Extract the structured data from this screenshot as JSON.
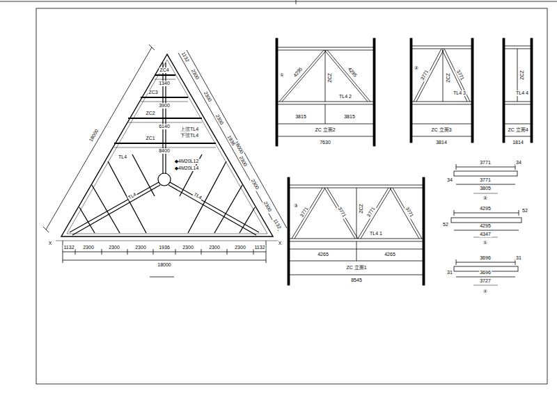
{
  "diagram": {
    "labels": [
      "18000",
      "18000",
      "18000",
      "1132",
      "2300",
      "2300",
      "2300",
      "1936",
      "2300",
      "2300",
      "2300",
      "1132",
      "1132",
      "2300",
      "2300",
      "2300",
      "1936",
      "2300",
      "2300",
      "2300",
      "1132",
      "ZC4",
      "1340",
      "ZC3",
      "3900",
      "ZC2",
      "6140",
      "上弦TL4",
      "下弦TL4",
      "ZC1",
      "8400",
      "◆4M20L12",
      "◆4M20L14",
      "TL4",
      "TL4",
      "TL4",
      "X",
      "X",
      "①",
      "4295",
      "4295",
      "ZCZ",
      "TL4 2",
      "3815",
      "3815",
      "ZC 立面2",
      "7630",
      "②",
      "3771",
      "3771",
      "ZCZ",
      "TL4 3",
      "ZC 立面3",
      "3814",
      "ZCZ",
      "TL4 4",
      "ZC 立面4",
      "1814",
      "③",
      "3771",
      "3771",
      "ZCZ",
      "3771",
      "3771",
      "TL4 1",
      "4265",
      "4265",
      "ZC 立面1",
      "8545",
      "3771",
      "34",
      "34",
      "3771",
      "3805",
      "②",
      "4295",
      "52",
      "52",
      "4295",
      "4347",
      "①",
      "3696",
      "31",
      "31",
      "3696",
      "3727",
      "④"
    ]
  }
}
